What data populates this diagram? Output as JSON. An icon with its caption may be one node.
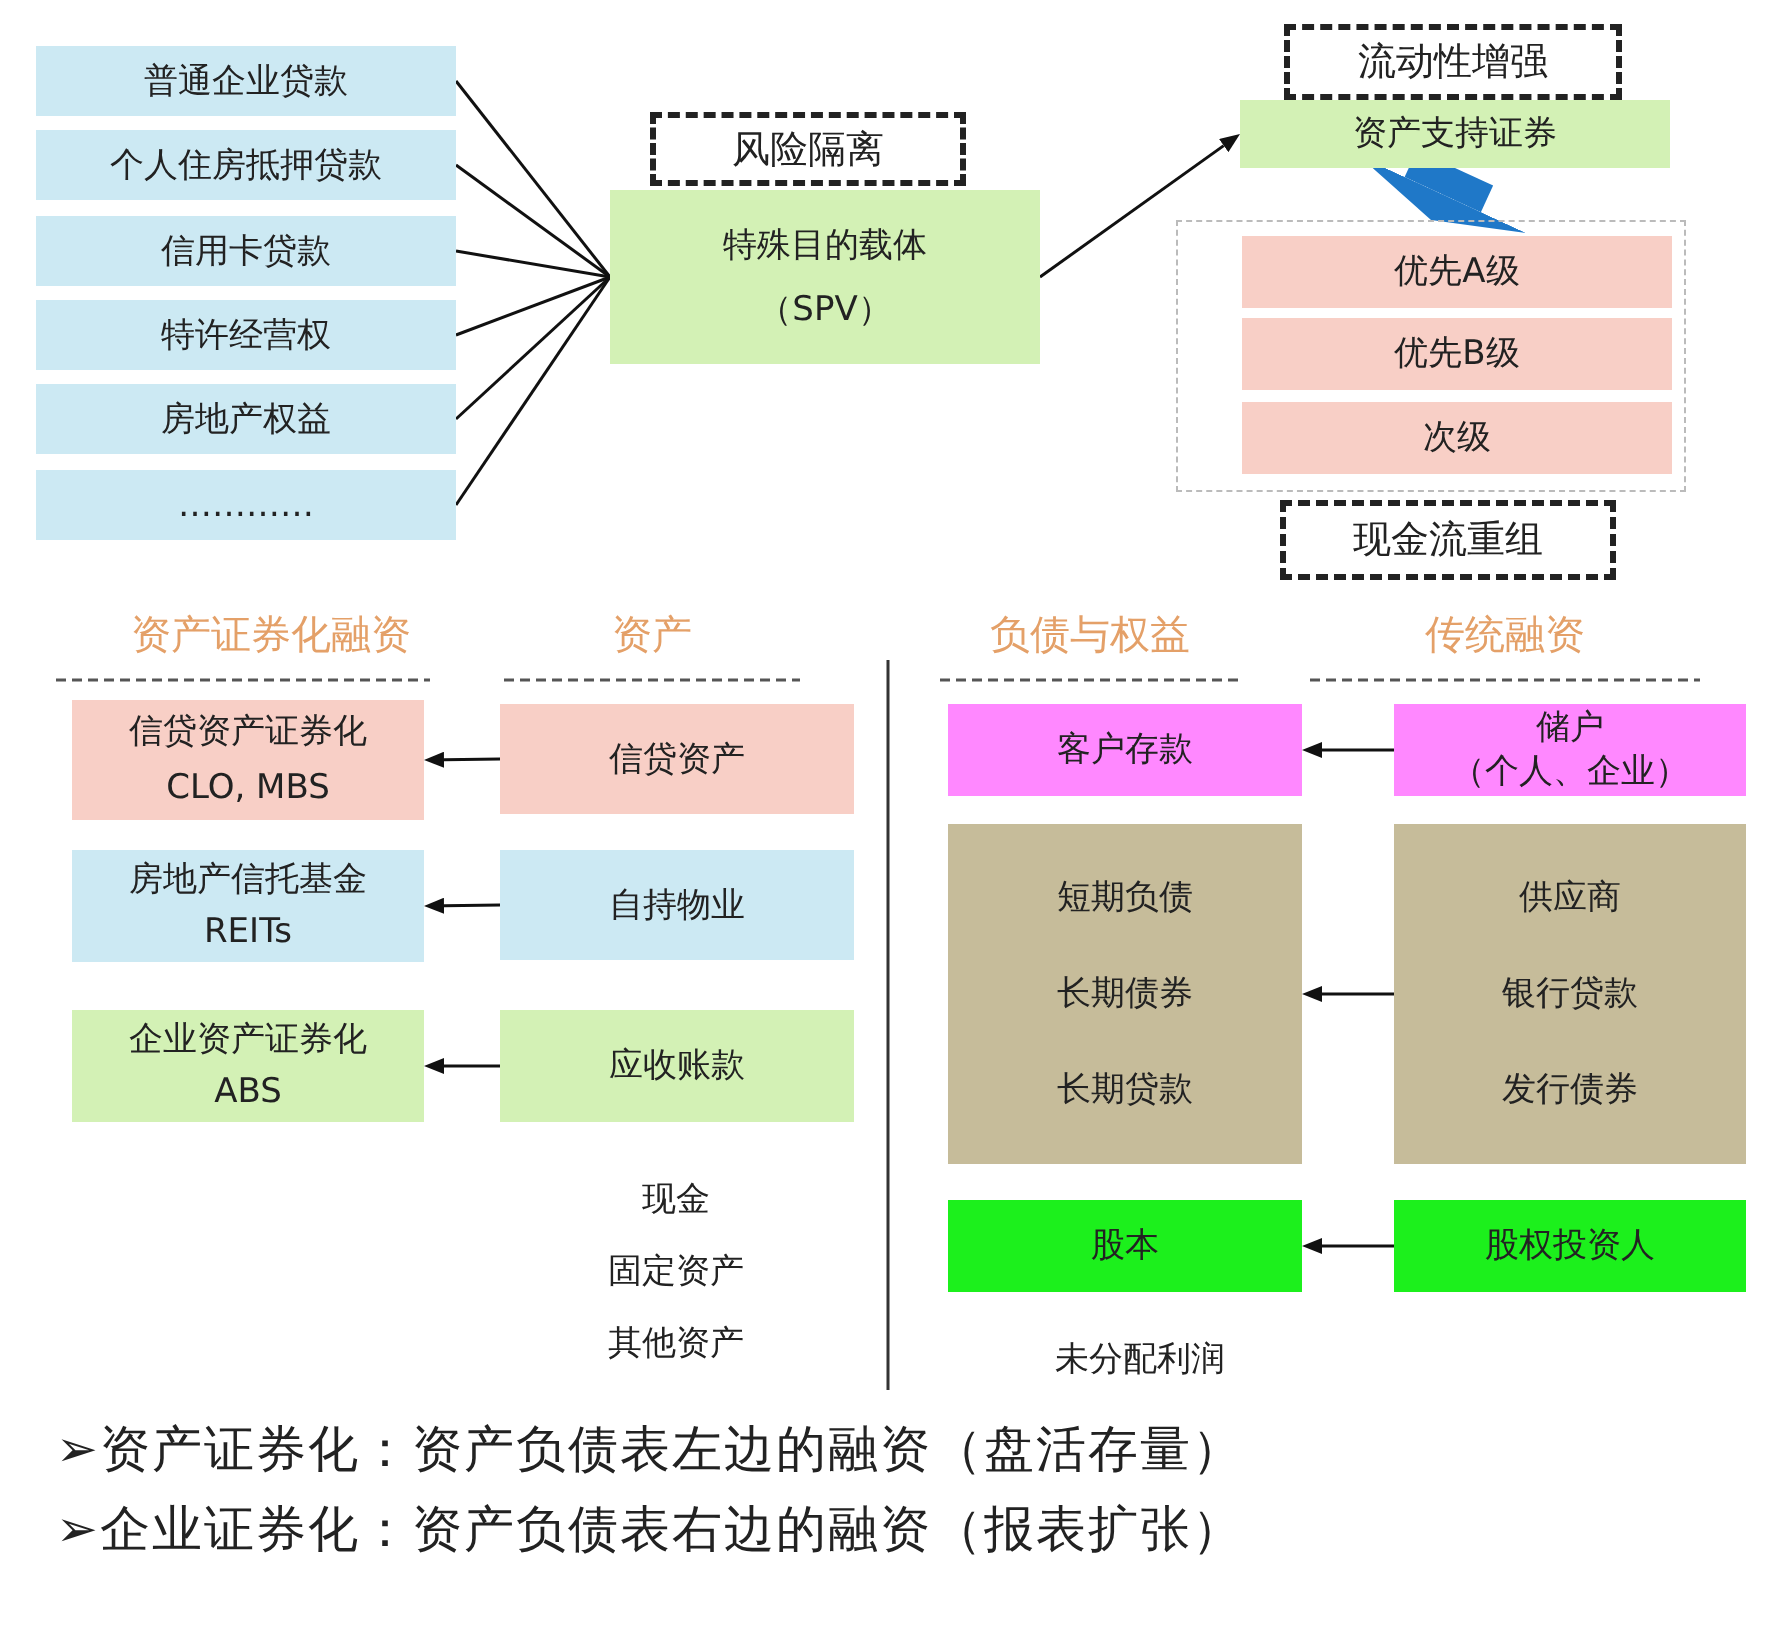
{
  "diagram": {
    "nodes": [
      {
        "text": [
          "普通企业贷款"
        ]
      },
      {
        "text": [
          "个人住房抵押贷款"
        ]
      },
      {
        "text": [
          "信用卡贷款"
        ]
      },
      {
        "text": [
          "特许经营权"
        ]
      },
      {
        "text": [
          "房地产权益"
        ]
      },
      {
        "text": [
          "…………"
        ]
      },
      {
        "text": [
          "风险隔离"
        ]
      },
      {
        "text": [
          "特殊目的载体",
          "（SPV）"
        ]
      },
      {
        "text": [
          "流动性增强"
        ]
      },
      {
        "text": [
          "资产支持证券"
        ]
      },
      {
        "text": [],
        "shape": "box"
      },
      {
        "text": [
          "优先A级"
        ],
        "in": 10
      },
      {
        "text": [
          "优先B级"
        ],
        "in": 10
      },
      {
        "text": [
          "次级"
        ],
        "in": 10
      },
      {
        "text": [
          "现金流重组"
        ]
      },
      {
        "text": [
          "信贷资产证券化",
          "CLO, MBS"
        ]
      },
      {
        "text": [
          "信贷资产"
        ]
      },
      {
        "text": [
          "客户存款"
        ]
      },
      {
        "text": [
          "储户",
          "（个人、企业）"
        ]
      },
      {
        "text": [
          "房地产信托基金",
          "REITs"
        ]
      },
      {
        "text": [
          "自持物业"
        ]
      },
      {
        "text": [
          "短期负债",
          "长期债券",
          "长期贷款"
        ]
      },
      {
        "text": [
          "供应商",
          "银行贷款",
          "发行债券"
        ]
      },
      {
        "text": [
          "企业资产证券化",
          "ABS"
        ]
      },
      {
        "text": [
          "应收账款"
        ]
      },
      {
        "text": [
          "股本"
        ]
      },
      {
        "text": [
          "股权投资人"
        ]
      }
    ],
    "edges": [
      {
        "from": 0,
        "to": 7,
        "arrow": "none"
      },
      {
        "from": 1,
        "to": 7,
        "arrow": "none"
      },
      {
        "from": 2,
        "to": 7,
        "arrow": "none"
      },
      {
        "from": 3,
        "to": 7,
        "arrow": "none"
      },
      {
        "from": 4,
        "to": 7,
        "arrow": "none"
      },
      {
        "from": 5,
        "to": 7,
        "arrow": "none"
      },
      {
        "from": 7,
        "to": 9,
        "arrow": "to"
      },
      {
        "from": 9,
        "to": 10,
        "arrow": "to",
        "style": "thick",
        "color": "#1f78c8"
      },
      {
        "from": 16,
        "to": 15,
        "arrow": "to"
      },
      {
        "from": 18,
        "to": 17,
        "arrow": "to"
      },
      {
        "from": 20,
        "to": 19,
        "arrow": "to"
      },
      {
        "from": 22,
        "to": 21,
        "arrow": "to"
      },
      {
        "from": 24,
        "to": 23,
        "arrow": "to"
      },
      {
        "from": 26,
        "to": 25,
        "arrow": "to"
      }
    ],
    "labels": [
      "资产证券化融资",
      "资产",
      "负债与权益",
      "传统融资",
      "现金",
      "固定资产",
      "其他资产",
      "未分配利润",
      "➢资产证券化：资产负债表左边的融资（盘活存量）",
      "➢企业证券化：资产负债表右边的融资（报表扩张）"
    ]
  }
}
